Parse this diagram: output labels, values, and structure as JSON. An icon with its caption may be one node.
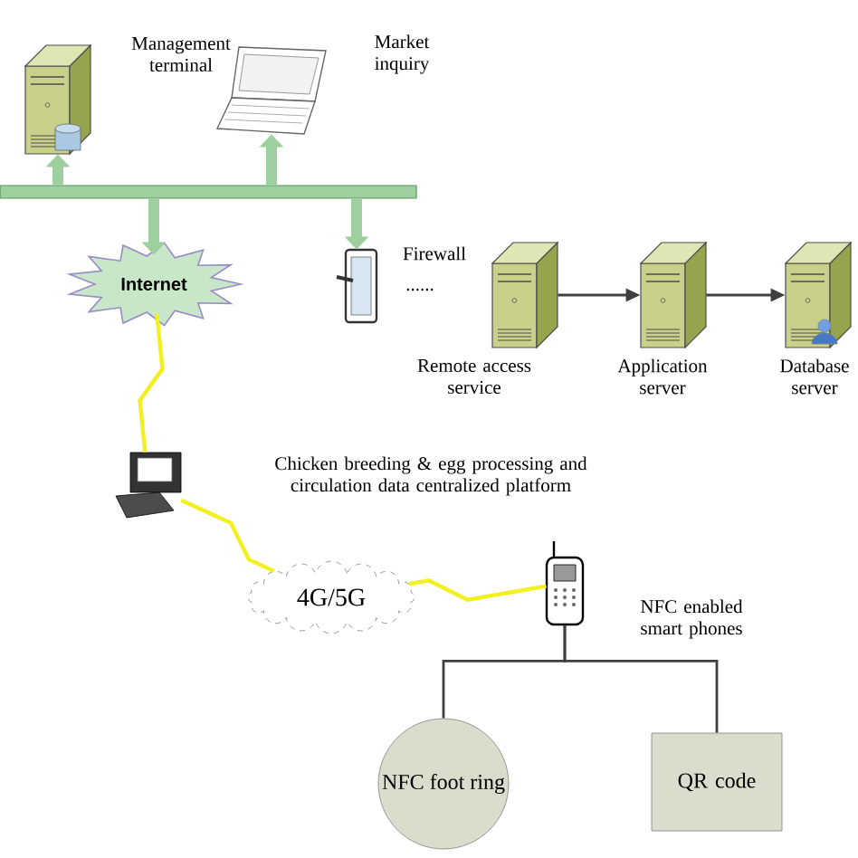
{
  "diagram": {
    "nodes": [
      {
        "text": [],
        "shape": "bar"
      },
      {
        "text": [],
        "shape": "picture"
      },
      {
        "text": [],
        "shape": "picture",
        "beside": [
          "Market inquiry"
        ]
      },
      {
        "text": [
          "Internet"
        ]
      },
      {
        "text": [],
        "shape": "picture",
        "beside": [
          "Firewall"
        ]
      },
      {
        "text": [],
        "shape": "picture",
        "beside": [
          "Remote access service"
        ]
      },
      {
        "text": [],
        "shape": "picture",
        "beside": [
          "Application server"
        ]
      },
      {
        "text": [],
        "shape": "picture",
        "beside": [
          "Database server"
        ]
      },
      {
        "text": [],
        "shape": "picture"
      },
      {
        "text": [
          "4G/5G"
        ]
      },
      {
        "text": [],
        "shape": "picture",
        "beside": [
          "NFC enabled smart phones"
        ]
      },
      {
        "text": [
          "NFC foot ring"
        ]
      },
      {
        "text": [
          "QR code"
        ]
      }
    ],
    "edges": [
      {
        "from": 0,
        "to": 1,
        "arrow": "to",
        "style": "thick",
        "color": "#9dcf9f"
      },
      {
        "from": 0,
        "to": 2,
        "arrow": "to",
        "style": "thick",
        "color": "#9dcf9f"
      },
      {
        "from": 0,
        "to": 3,
        "arrow": "to",
        "style": "thick",
        "color": "#9dcf9f"
      },
      {
        "from": 0,
        "to": 4,
        "arrow": "to",
        "style": "thick",
        "color": "#9dcf9f"
      },
      {
        "from": 5,
        "to": 6,
        "arrow": "to",
        "color": "#404040"
      },
      {
        "from": 6,
        "to": 7,
        "arrow": "to",
        "color": "#404040"
      },
      {
        "from": 3,
        "to": 8,
        "arrow": "none",
        "color": "#f2f01e"
      },
      {
        "from": 8,
        "to": 9,
        "arrow": "none",
        "color": "#f2f01e"
      },
      {
        "from": 9,
        "to": 10,
        "arrow": "none",
        "color": "#f2f01e"
      },
      {
        "from": 10,
        "to": 11,
        "arrow": "none",
        "color": "#404040"
      },
      {
        "from": 10,
        "to": 12,
        "arrow": "none",
        "color": "#404040"
      }
    ],
    "labels": [
      "Management terminal",
      "......",
      "Chicken breeding & egg processing and circulation data centralized platform"
    ]
  }
}
